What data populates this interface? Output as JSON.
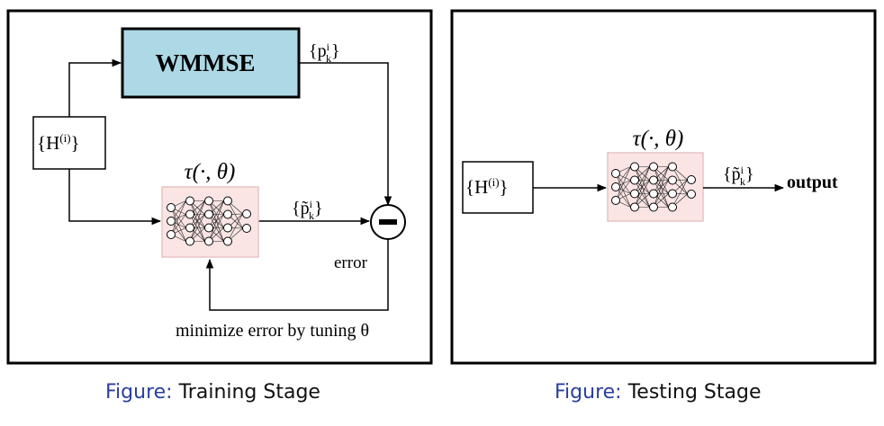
{
  "training": {
    "wmmse_label": "WMMSE",
    "h_label": "{H",
    "h_sup": "(i)",
    "h_close": "}",
    "tau_label": "τ(·, θ)",
    "p_label": "{p",
    "p_sup": "i",
    "p_sub": "k",
    "ptilde_label": "{p̃",
    "ptilde_sup": "i",
    "ptilde_sub": "k",
    "error_label": "error",
    "minimize_label": "minimize error by tuning θ"
  },
  "testing": {
    "h_label": "{H",
    "h_sup": "(i)",
    "h_close": "}",
    "tau_label": "τ(·, θ)",
    "ptilde_label": "{p̃",
    "ptilde_sup": "i",
    "ptilde_sub": "k",
    "output_label": "output"
  },
  "captions": {
    "figure_word": "Figure:",
    "training": "Training Stage",
    "testing": "Testing Stage"
  },
  "colors": {
    "wmmse_fill": "#add8e6",
    "nn_fill": "#fbe4e4",
    "caption_accent": "#2b3f9c"
  }
}
